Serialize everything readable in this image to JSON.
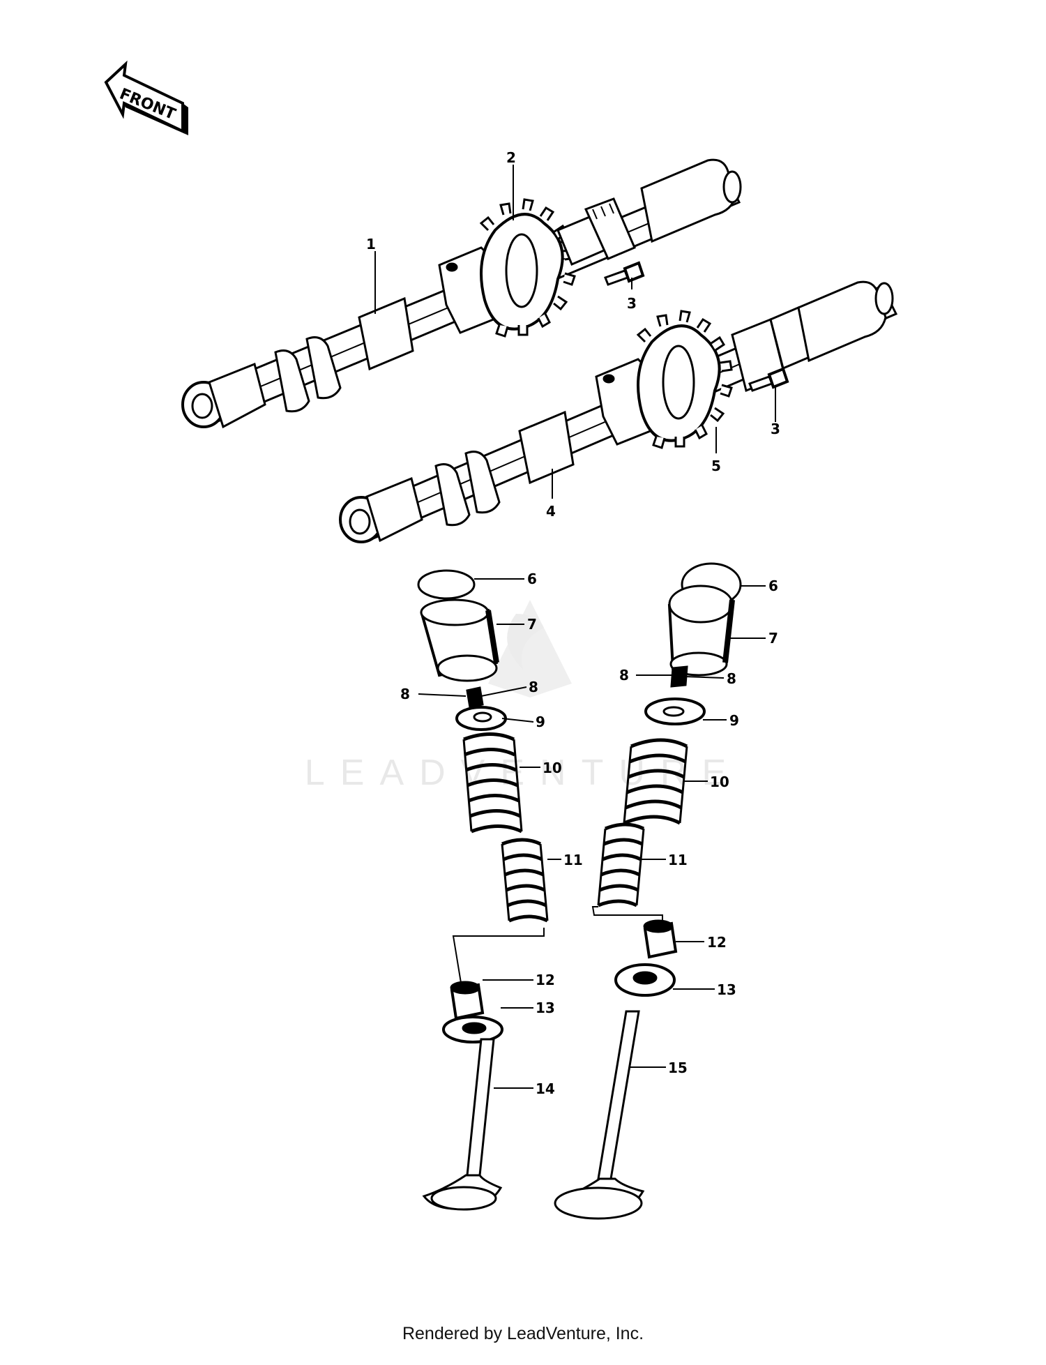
{
  "front_arrow": {
    "label": "FRONT"
  },
  "watermark": {
    "text": "LEADVENTURE"
  },
  "callouts": {
    "n1": "1",
    "n2": "2",
    "n3a": "3",
    "n3b": "3",
    "n4": "4",
    "n5": "5",
    "n6a": "6",
    "n6b": "6",
    "n7a": "7",
    "n7b": "7",
    "n8a": "8",
    "n8b": "8",
    "n8c": "8",
    "n8d": "8",
    "n9a": "9",
    "n9b": "9",
    "n10a": "10",
    "n10b": "10",
    "n11a": "11",
    "n11b": "11",
    "n12a": "12",
    "n12b": "12",
    "n13a": "13",
    "n13b": "13",
    "n14": "14",
    "n15": "15"
  },
  "footer": {
    "text": "Rendered by LeadVenture, Inc."
  },
  "colors": {
    "ink": "#000000",
    "paper": "#ffffff",
    "watermark": "#d9d9d9"
  }
}
